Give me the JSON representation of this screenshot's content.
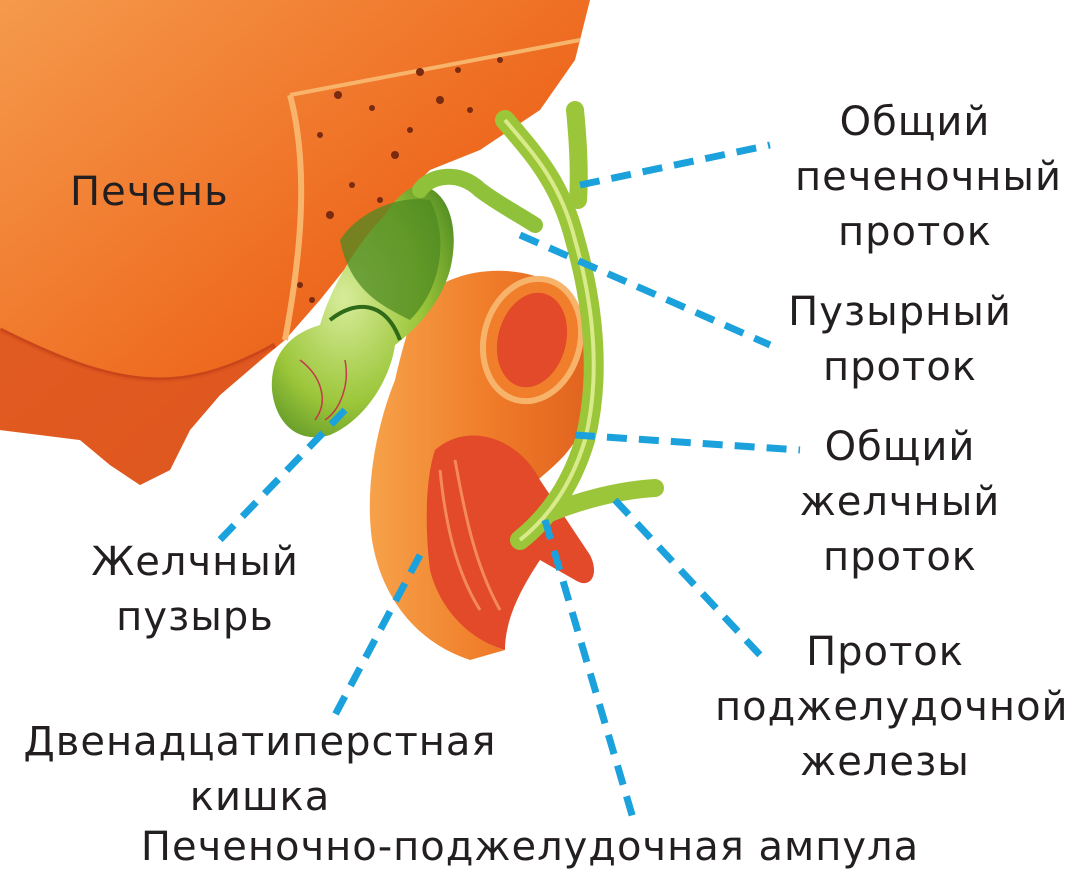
{
  "colors": {
    "leader": "#1ba1dc",
    "liver": "#ee6a1f",
    "liver_dark": "#d4501a",
    "liver_light": "#f5994a",
    "gallbladder": "#8fc23a",
    "gallbladder_dark": "#3f7a1e",
    "duct": "#9cc63a",
    "duodenum": "#f07e2a",
    "duodenum_inner": "#e24a2a",
    "text": "#231f20"
  },
  "labels": {
    "liver": [
      "Печень"
    ],
    "common_hepatic_duct": [
      "Общий",
      "печеночный",
      "проток"
    ],
    "cystic_duct": [
      "Пузырный",
      "проток"
    ],
    "common_bile_duct": [
      "Общий",
      "желчный",
      "проток"
    ],
    "gallbladder": [
      "Желчный",
      "пузырь"
    ],
    "pancreatic_duct": [
      "Проток",
      "поджелудочной",
      "железы"
    ],
    "duodenum": [
      "Двенадцатиперстная",
      "кишка"
    ],
    "ampulla": [
      "Печеночно-поджелудочная ампула"
    ]
  }
}
